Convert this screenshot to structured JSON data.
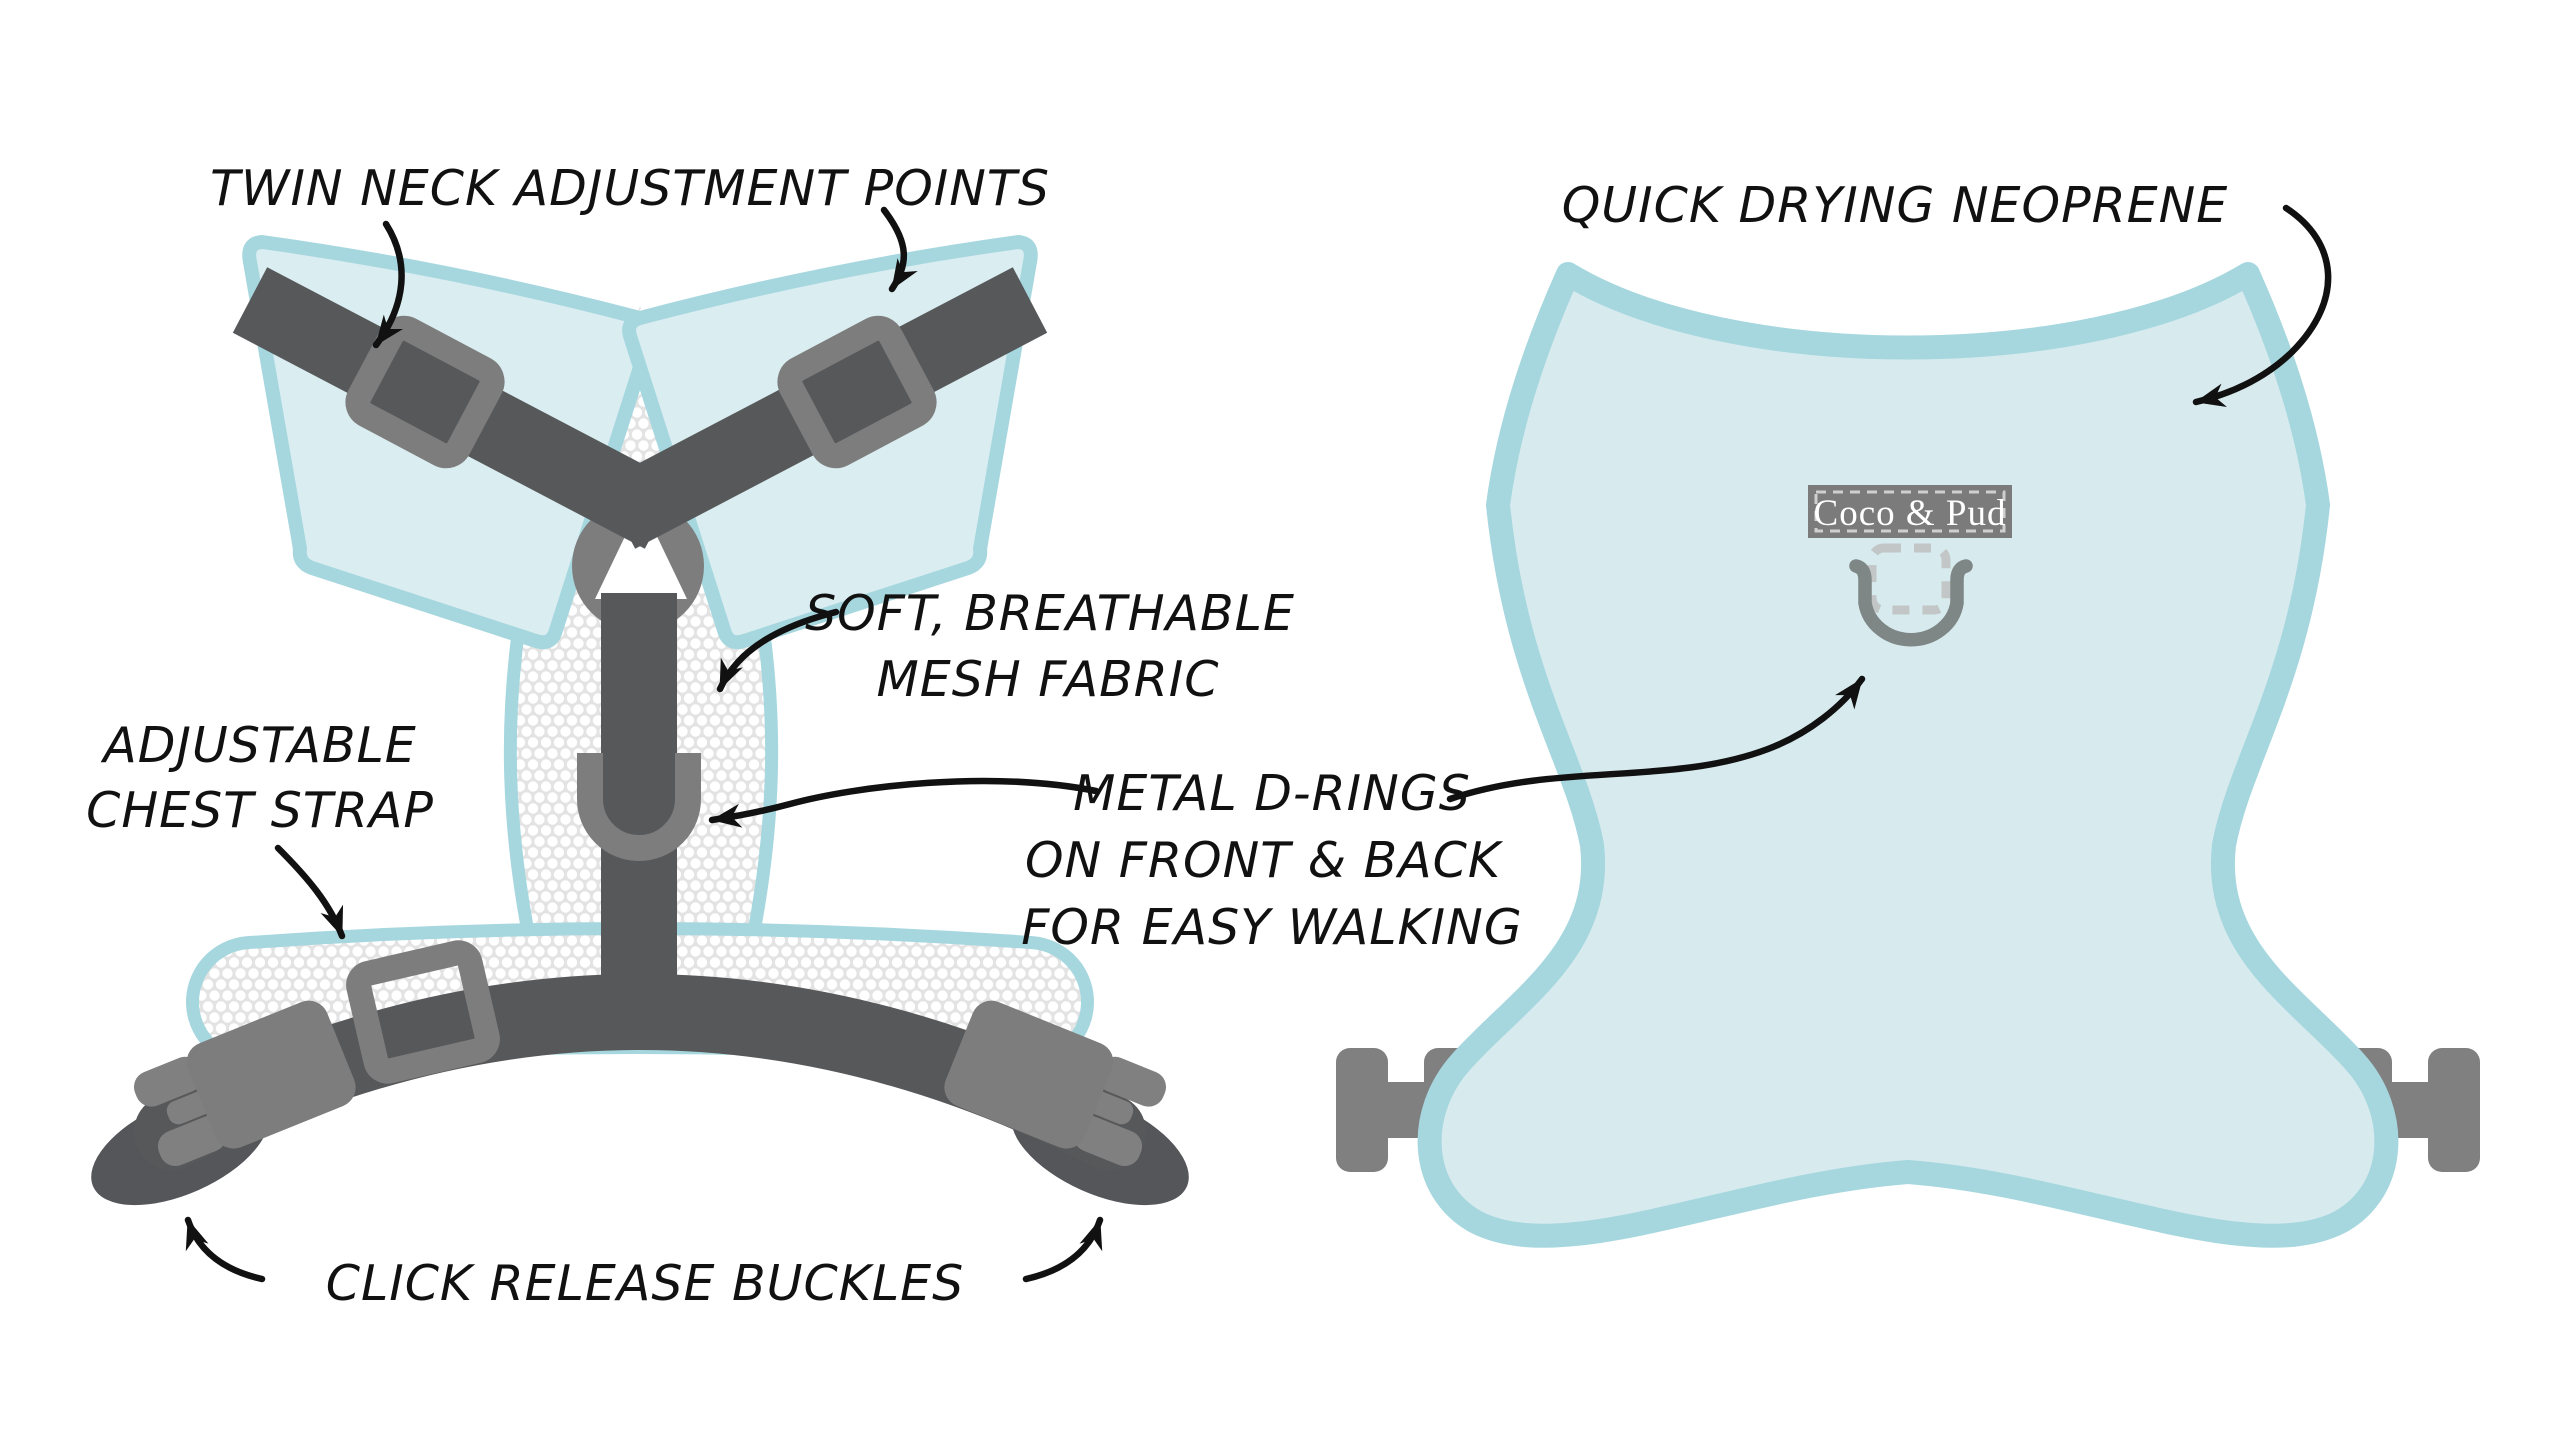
{
  "diagram": {
    "title": "Dog harness features diagram",
    "brand_label": "Coco & Pud",
    "annotations": {
      "twin_neck": "TWIN NECK ADJUSTMENT POINTS",
      "quick_drying": "QUICK DRYING NEOPRENE",
      "soft_mesh": {
        "line1": "SOFT, BREATHABLE",
        "line2": "MESH FABRIC"
      },
      "adjustable_chest": {
        "line1": "ADJUSTABLE",
        "line2": "CHEST STRAP"
      },
      "metal_drings": {
        "line1": "METAL D-RINGS",
        "line2": "ON FRONT & BACK",
        "line3": "FOR EASY WALKING"
      },
      "click_release": "CLICK RELEASE BUCKLES"
    }
  },
  "colors": {
    "background": "#ffffff",
    "harness_trim_blue": "#a6d7df",
    "harness_panel_blue": "#daedf1",
    "neoprene_fill": "#d7ebee",
    "mesh_background": "#e3e3e3",
    "mesh_dot": "#ffffff",
    "strap_dark_gray": "#57585a",
    "strap_tip_gray": "#545659",
    "hardware_gray": "#7d7d7d",
    "stub_gray": "#808080",
    "dring_gray": "#7e8686",
    "stitch_gray": "#c2c6c6",
    "label_gray": "#7b7b7b",
    "label_dash": "#cfcfcf",
    "label_text": "#ffffff",
    "annotation_ink": "#111111"
  }
}
